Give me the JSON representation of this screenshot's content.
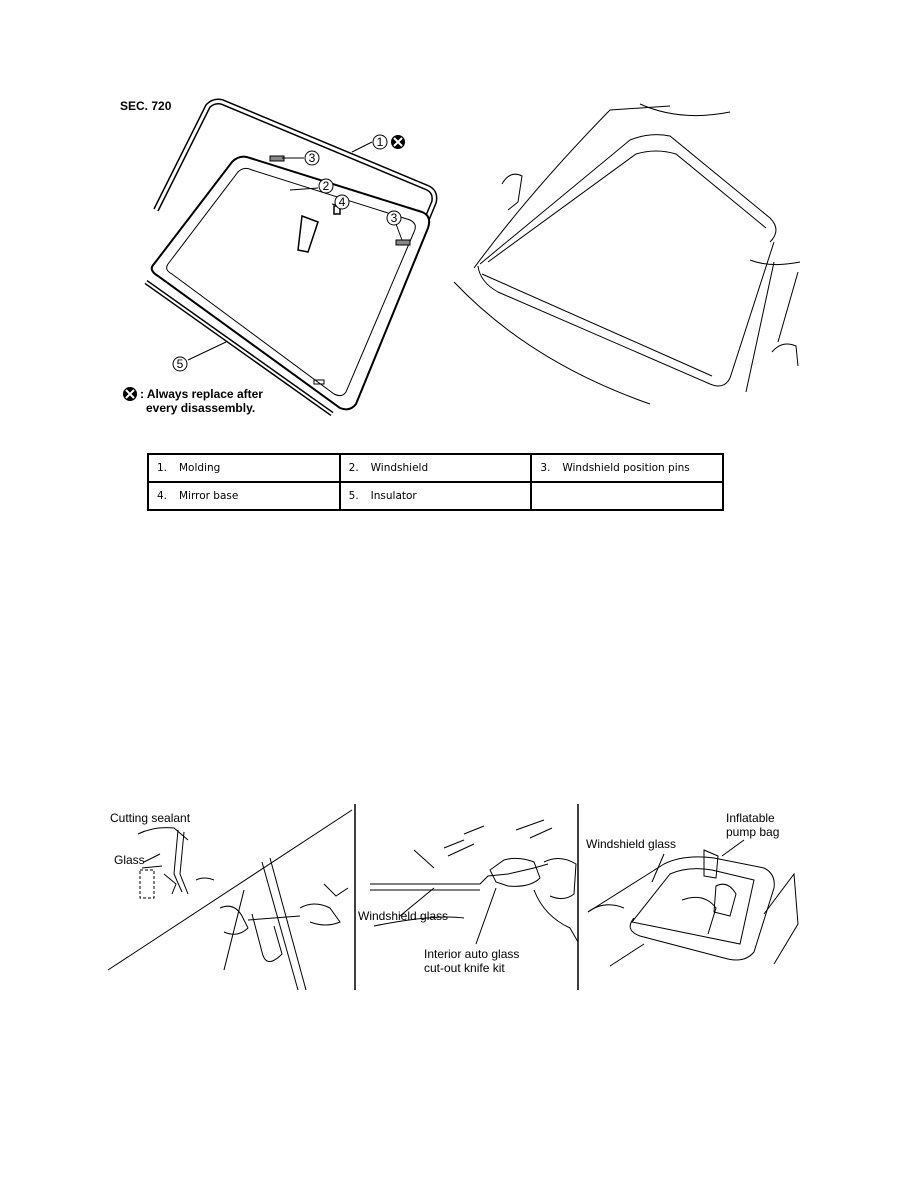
{
  "figure_top": {
    "section_label": "SEC. 720",
    "callouts": [
      "1",
      "2",
      "3",
      "3",
      "4",
      "5"
    ],
    "legend_text_line1": ": Always replace after",
    "legend_text_line2": "every disassembly."
  },
  "parts_table": [
    [
      {
        "num": "1.",
        "label": "Molding"
      },
      {
        "num": "2.",
        "label": "Windshield"
      },
      {
        "num": "3.",
        "label": "Windshield position pins"
      }
    ],
    [
      {
        "num": "4.",
        "label": "Mirror base"
      },
      {
        "num": "5.",
        "label": "Insulator"
      },
      {
        "num": "",
        "label": ""
      }
    ]
  ],
  "figure_bottom": {
    "panel1_label1": "Cutting sealant",
    "panel1_label2": "Glass",
    "panel2_label1": "Windshield glass",
    "panel2_label2_line1": "Interior auto glass",
    "panel2_label2_line2": "cut-out knife kit",
    "panel3_label1": "Windshield glass",
    "panel3_label2_line1": "Inflatable",
    "panel3_label2_line2": "pump bag"
  }
}
